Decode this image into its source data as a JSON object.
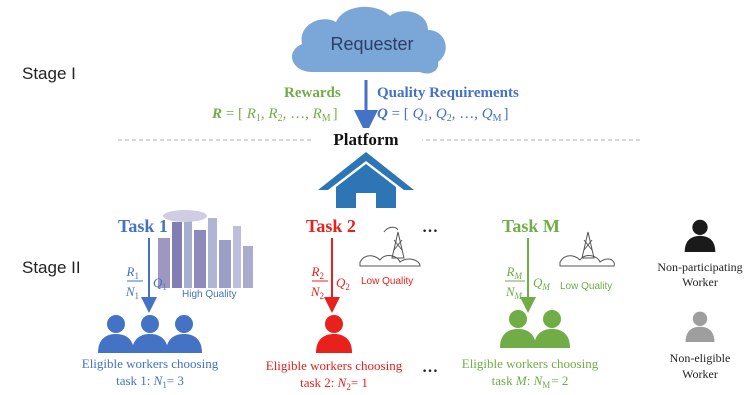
{
  "stages": {
    "stage1": "Stage I",
    "stage2": "Stage II"
  },
  "requester": "Requester",
  "rewards": {
    "title": "Rewards",
    "symbol": "R",
    "equals": " = [ ",
    "items": [
      "R",
      "1",
      ",  ",
      "R",
      "2",
      ", …, ",
      "R",
      "M",
      "]"
    ]
  },
  "quality": {
    "title": "Quality Requirements",
    "symbol": "Q",
    "equals": " = [ ",
    "items": [
      "Q",
      "1",
      ", ",
      "Q",
      "2",
      ", …, ",
      "Q",
      "M",
      "]"
    ]
  },
  "platform": "Platform",
  "tasks": [
    {
      "title": "Task 1",
      "ratio_num": "R",
      "ratio_num_sub": "1",
      "ratio_den": "N",
      "ratio_den_sub": "1",
      "q": "Q",
      "q_sub": "1",
      "quality_label": "High Quality",
      "workers_line1": "Eligible workers choosing",
      "workers_line2": "task 1:  ",
      "n_symbol": "N",
      "n_sub": "1",
      "n_value": "= 3"
    },
    {
      "title": "Task 2",
      "ratio_num": "R",
      "ratio_num_sub": "2",
      "ratio_den": "N",
      "ratio_den_sub": "2",
      "q": "Q",
      "q_sub": "2",
      "quality_label": "Low Quality",
      "workers_line1": "Eligible workers choosing",
      "workers_line2": "task 2:  ",
      "n_symbol": "N",
      "n_sub": "2",
      "n_value": "= 1"
    },
    {
      "title": "Task M",
      "ratio_num": "R",
      "ratio_num_sub": "M",
      "ratio_den": "N",
      "ratio_den_sub": "M",
      "q": "Q",
      "q_sub": "M",
      "quality_label": "Low Quality",
      "workers_line1": "Eligible workers choosing",
      "workers_line2": "task ",
      "task_m": "M",
      "n_symbol": "N",
      "n_sub": "M",
      "n_value": "= 2"
    }
  ],
  "ellipsis": "…",
  "legend": {
    "non_participating": [
      "Non-participating",
      "Worker"
    ],
    "non_eligible": [
      "Non-eligible",
      "Worker"
    ]
  },
  "colors": {
    "blue": "#4472c4",
    "red": "#e8211d",
    "green": "#70ad47",
    "black": "#1a1a1a",
    "gray": "#9e9e9e",
    "cloud": "#7aa6d8",
    "house": "#2e75b6"
  }
}
